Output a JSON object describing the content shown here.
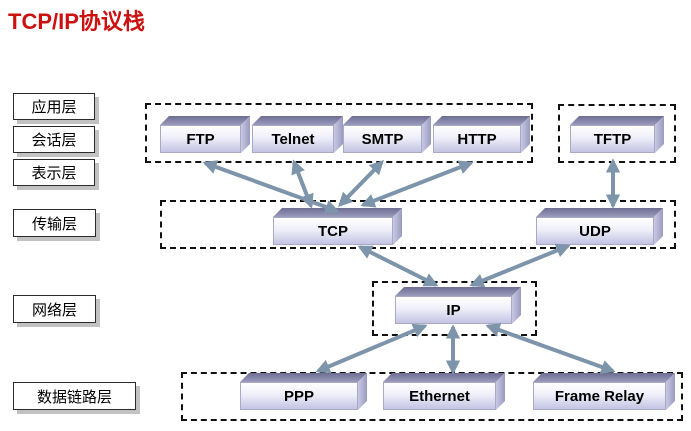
{
  "title": "TCP/IP协议栈",
  "colors": {
    "title": "#cc1111",
    "arrow": "#7d94aa",
    "label_shadow": "#c2c2c2",
    "box_top": "#6d6d92",
    "box_front_bottom": "#c3c3e3",
    "dashed_border": "#111111"
  },
  "layer_labels": [
    "应用层",
    "会话层",
    "表示层",
    "传输层",
    "网络层",
    "数据链路层"
  ],
  "protocols": {
    "application": [
      "FTP",
      "Telnet",
      "SMTP",
      "HTTP"
    ],
    "application_right": [
      "TFTP"
    ],
    "transport": [
      "TCP",
      "UDP"
    ],
    "network": [
      "IP"
    ],
    "datalink": [
      "PPP",
      "Ethernet",
      "Frame Relay"
    ]
  },
  "edges": [
    {
      "from": "FTP",
      "to": "TCP",
      "bidirectional": true
    },
    {
      "from": "Telnet",
      "to": "TCP",
      "bidirectional": true
    },
    {
      "from": "SMTP",
      "to": "TCP",
      "bidirectional": true
    },
    {
      "from": "HTTP",
      "to": "TCP",
      "bidirectional": true
    },
    {
      "from": "TFTP",
      "to": "UDP",
      "bidirectional": true
    },
    {
      "from": "TCP",
      "to": "IP",
      "bidirectional": true
    },
    {
      "from": "UDP",
      "to": "IP",
      "bidirectional": true
    },
    {
      "from": "IP",
      "to": "PPP",
      "bidirectional": true
    },
    {
      "from": "IP",
      "to": "Ethernet",
      "bidirectional": true
    },
    {
      "from": "IP",
      "to": "Frame Relay",
      "bidirectional": true
    }
  ]
}
